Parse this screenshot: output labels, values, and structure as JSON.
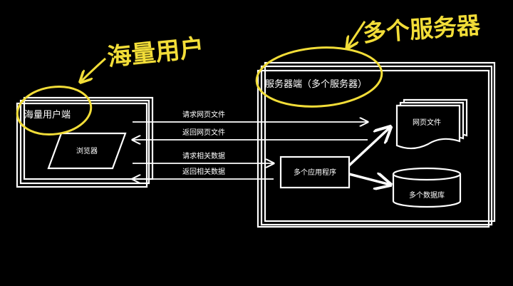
{
  "client": {
    "title": "海量用户端",
    "browser": "浏览器"
  },
  "server": {
    "title": "服务器端（多个服务器）",
    "apps": "多个应用程序",
    "webfiles": "网页文件",
    "databases": "多个数据库"
  },
  "arrows": {
    "request_page": "请求网页文件",
    "return_page": "返回网页文件",
    "request_data": "请求相关数据",
    "return_data": "返回相关数据"
  },
  "annotations": {
    "massive_users": "海量用户",
    "multi_servers": "多个服务器"
  },
  "colors": {
    "background": "#000000",
    "line": "#ffffff",
    "highlight": "#f2dd38"
  }
}
